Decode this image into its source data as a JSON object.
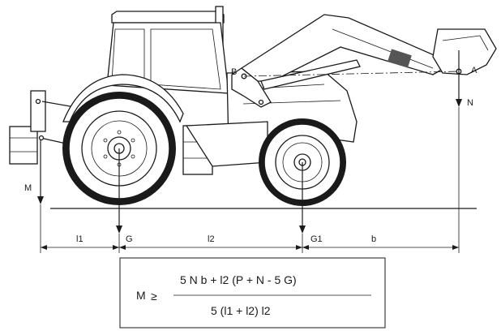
{
  "points": {
    "a": "A",
    "b": "B"
  },
  "forces": {
    "m": "M",
    "n": "N"
  },
  "dimensions": {
    "l1": "l1",
    "g": "G",
    "l2": "l2",
    "g1": "G1",
    "b": "b"
  },
  "formula": {
    "lhs": "M",
    "relation": "≥",
    "numerator": "5 N b + l2 (P + N  - 5 G)",
    "denominator": "5 (l1 + l2)  l2"
  }
}
